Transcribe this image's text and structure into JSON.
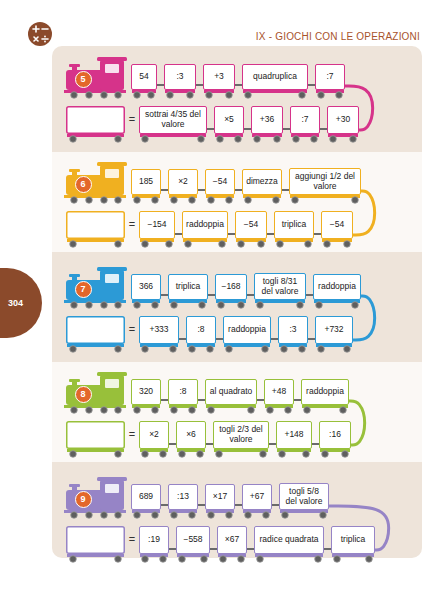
{
  "diagram": {
    "title": "IX - GIOCHI CON LE OPERAZIONI",
    "nodes": [
      {
        "text": [
          "5"
        ]
      },
      {
        "text": [
          "54"
        ]
      },
      {
        "text": [
          ":3"
        ]
      },
      {
        "text": [
          "+3"
        ]
      },
      {
        "text": [
          "quadruplica"
        ]
      },
      {
        "text": [
          ":7"
        ]
      },
      {
        "text": [
          "sottrai 4/35 del valore"
        ]
      },
      {
        "text": [
          "×5"
        ]
      },
      {
        "text": [
          "+36"
        ]
      },
      {
        "text": [
          ":7"
        ]
      },
      {
        "text": [
          "+30"
        ]
      },
      {
        "text": [
          "6"
        ]
      },
      {
        "text": [
          "185"
        ]
      },
      {
        "text": [
          "×2"
        ]
      },
      {
        "text": [
          "−54"
        ]
      },
      {
        "text": [
          "dimezza"
        ]
      },
      {
        "text": [
          "aggiungi 1/2 del valore"
        ]
      },
      {
        "text": [
          "−154"
        ]
      },
      {
        "text": [
          "raddoppia"
        ]
      },
      {
        "text": [
          "−54"
        ]
      },
      {
        "text": [
          "triplica"
        ]
      },
      {
        "text": [
          "−54"
        ]
      },
      {
        "text": [
          "7"
        ]
      },
      {
        "text": [
          "366"
        ]
      },
      {
        "text": [
          "triplica"
        ]
      },
      {
        "text": [
          "−168"
        ]
      },
      {
        "text": [
          "togli 8/31 del valore"
        ]
      },
      {
        "text": [
          "raddoppia"
        ]
      },
      {
        "text": [
          "+333"
        ]
      },
      {
        "text": [
          ":8"
        ]
      },
      {
        "text": [
          "raddoppia"
        ]
      },
      {
        "text": [
          ":3"
        ]
      },
      {
        "text": [
          "+732"
        ]
      },
      {
        "text": [
          "8"
        ]
      },
      {
        "text": [
          "320"
        ]
      },
      {
        "text": [
          ":8"
        ]
      },
      {
        "text": [
          "al quadrato"
        ]
      },
      {
        "text": [
          "+48"
        ]
      },
      {
        "text": [
          "raddoppia"
        ]
      },
      {
        "text": [
          "×2"
        ]
      },
      {
        "text": [
          "×6"
        ]
      },
      {
        "text": [
          "togli 2/3 del valore"
        ]
      },
      {
        "text": [
          "+148"
        ]
      },
      {
        "text": [
          ":16"
        ]
      },
      {
        "text": [
          "9"
        ]
      },
      {
        "text": [
          "689"
        ]
      },
      {
        "text": [
          ":13"
        ]
      },
      {
        "text": [
          "×17"
        ]
      },
      {
        "text": [
          "+67"
        ]
      },
      {
        "text": [
          "togli 5/8 del valore"
        ]
      },
      {
        "text": [
          ":19"
        ]
      },
      {
        "text": [
          "−558"
        ]
      },
      {
        "text": [
          "×67"
        ]
      },
      {
        "text": [
          "radice quadrata"
        ]
      },
      {
        "text": [
          "triplica"
        ]
      },
      {
        "text": [
          "304"
        ]
      }
    ],
    "edges": [
      {
        "from": 1,
        "to": 2,
        "arrow": "none"
      },
      {
        "from": 2,
        "to": 3,
        "arrow": "none"
      },
      {
        "from": 3,
        "to": 4,
        "arrow": "none"
      },
      {
        "from": 4,
        "to": 5,
        "arrow": "none"
      },
      {
        "from": 5,
        "to": 10,
        "arrow": "none"
      },
      {
        "from": 10,
        "to": 9,
        "arrow": "none"
      },
      {
        "from": 9,
        "to": 8,
        "arrow": "none"
      },
      {
        "from": 8,
        "to": 7,
        "arrow": "none"
      },
      {
        "from": 7,
        "to": 6,
        "arrow": "none"
      },
      {
        "from": 12,
        "to": 13,
        "arrow": "none"
      },
      {
        "from": 13,
        "to": 14,
        "arrow": "none"
      },
      {
        "from": 14,
        "to": 15,
        "arrow": "none"
      },
      {
        "from": 15,
        "to": 16,
        "arrow": "none"
      },
      {
        "from": 16,
        "to": 21,
        "arrow": "none"
      },
      {
        "from": 21,
        "to": 20,
        "arrow": "none"
      },
      {
        "from": 20,
        "to": 19,
        "arrow": "none"
      },
      {
        "from": 19,
        "to": 18,
        "arrow": "none"
      },
      {
        "from": 18,
        "to": 17,
        "arrow": "none"
      },
      {
        "from": 23,
        "to": 24,
        "arrow": "none"
      },
      {
        "from": 24,
        "to": 25,
        "arrow": "none"
      },
      {
        "from": 25,
        "to": 26,
        "arrow": "none"
      },
      {
        "from": 26,
        "to": 27,
        "arrow": "none"
      },
      {
        "from": 27,
        "to": 32,
        "arrow": "none"
      },
      {
        "from": 32,
        "to": 31,
        "arrow": "none"
      },
      {
        "from": 31,
        "to": 30,
        "arrow": "none"
      },
      {
        "from": 30,
        "to": 29,
        "arrow": "none"
      },
      {
        "from": 29,
        "to": 28,
        "arrow": "none"
      },
      {
        "from": 34,
        "to": 35,
        "arrow": "none"
      },
      {
        "from": 35,
        "to": 36,
        "arrow": "none"
      },
      {
        "from": 36,
        "to": 37,
        "arrow": "none"
      },
      {
        "from": 37,
        "to": 38,
        "arrow": "none"
      },
      {
        "from": 38,
        "to": 43,
        "arrow": "none"
      },
      {
        "from": 43,
        "to": 42,
        "arrow": "none"
      },
      {
        "from": 42,
        "to": 41,
        "arrow": "none"
      },
      {
        "from": 41,
        "to": 40,
        "arrow": "none"
      },
      {
        "from": 40,
        "to": 39,
        "arrow": "none"
      },
      {
        "from": 45,
        "to": 46,
        "arrow": "none"
      },
      {
        "from": 46,
        "to": 47,
        "arrow": "none"
      },
      {
        "from": 47,
        "to": 48,
        "arrow": "none"
      },
      {
        "from": 48,
        "to": 49,
        "arrow": "none"
      },
      {
        "from": 49,
        "to": 54,
        "arrow": "none"
      },
      {
        "from": 54,
        "to": 53,
        "arrow": "none"
      },
      {
        "from": 53,
        "to": 52,
        "arrow": "none"
      },
      {
        "from": 52,
        "to": 51,
        "arrow": "none"
      },
      {
        "from": 51,
        "to": 50,
        "arrow": "none"
      }
    ],
    "labels": [
      "=",
      "=",
      "=",
      "=",
      "="
    ]
  }
}
